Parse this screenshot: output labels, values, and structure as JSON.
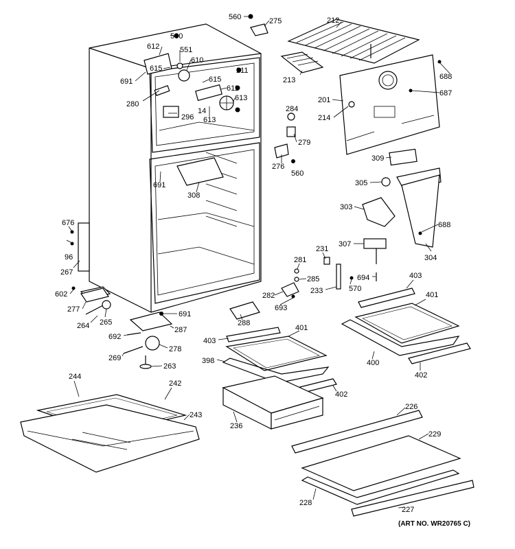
{
  "callouts": [
    {
      "id": "c560a",
      "text": "560"
    },
    {
      "id": "c275",
      "text": "275"
    },
    {
      "id": "c212",
      "text": "212"
    },
    {
      "id": "c500",
      "text": "500"
    },
    {
      "id": "c612",
      "text": "612"
    },
    {
      "id": "c551",
      "text": "551"
    },
    {
      "id": "c610",
      "text": "610"
    },
    {
      "id": "c615a",
      "text": "615"
    },
    {
      "id": "c615b",
      "text": "615"
    },
    {
      "id": "c211",
      "text": "211"
    },
    {
      "id": "c611",
      "text": "611"
    },
    {
      "id": "c613a",
      "text": "613"
    },
    {
      "id": "c613b",
      "text": "613"
    },
    {
      "id": "c691a",
      "text": "691"
    },
    {
      "id": "c280",
      "text": "280"
    },
    {
      "id": "c14",
      "text": "14"
    },
    {
      "id": "c296",
      "text": "296"
    },
    {
      "id": "c213",
      "text": "213"
    },
    {
      "id": "c688a",
      "text": "688"
    },
    {
      "id": "c687",
      "text": "687"
    },
    {
      "id": "c201",
      "text": "201"
    },
    {
      "id": "c284",
      "text": "284"
    },
    {
      "id": "c214",
      "text": "214"
    },
    {
      "id": "c279",
      "text": "279"
    },
    {
      "id": "c276",
      "text": "276"
    },
    {
      "id": "c560b",
      "text": "560"
    },
    {
      "id": "c309",
      "text": "309"
    },
    {
      "id": "c691b",
      "text": "691"
    },
    {
      "id": "c308",
      "text": "308"
    },
    {
      "id": "c305",
      "text": "305"
    },
    {
      "id": "c303",
      "text": "303"
    },
    {
      "id": "c688b",
      "text": "688"
    },
    {
      "id": "c676",
      "text": "676"
    },
    {
      "id": "c96",
      "text": "96"
    },
    {
      "id": "c307",
      "text": "307"
    },
    {
      "id": "c304",
      "text": "304"
    },
    {
      "id": "c267",
      "text": "267"
    },
    {
      "id": "c231",
      "text": "231"
    },
    {
      "id": "c281",
      "text": "281"
    },
    {
      "id": "c285",
      "text": "285"
    },
    {
      "id": "c694",
      "text": "694"
    },
    {
      "id": "c403a",
      "text": "403"
    },
    {
      "id": "c602",
      "text": "602"
    },
    {
      "id": "c282",
      "text": "282"
    },
    {
      "id": "c233",
      "text": "233"
    },
    {
      "id": "c570",
      "text": "570"
    },
    {
      "id": "c401a",
      "text": "401"
    },
    {
      "id": "c277",
      "text": "277"
    },
    {
      "id": "c693",
      "text": "693"
    },
    {
      "id": "c691c",
      "text": "691"
    },
    {
      "id": "c264",
      "text": "264"
    },
    {
      "id": "c265",
      "text": "265"
    },
    {
      "id": "c288",
      "text": "288"
    },
    {
      "id": "c287",
      "text": "287"
    },
    {
      "id": "c692",
      "text": "692"
    },
    {
      "id": "c278",
      "text": "278"
    },
    {
      "id": "c403b",
      "text": "403"
    },
    {
      "id": "c401b",
      "text": "401"
    },
    {
      "id": "c269",
      "text": "269"
    },
    {
      "id": "c400",
      "text": "400"
    },
    {
      "id": "c263",
      "text": "263"
    },
    {
      "id": "c402a",
      "text": "402"
    },
    {
      "id": "c398",
      "text": "398"
    },
    {
      "id": "c244",
      "text": "244"
    },
    {
      "id": "c242",
      "text": "242"
    },
    {
      "id": "c402b",
      "text": "402"
    },
    {
      "id": "c243",
      "text": "243"
    },
    {
      "id": "c236",
      "text": "236"
    },
    {
      "id": "c226",
      "text": "226"
    },
    {
      "id": "c229",
      "text": "229"
    },
    {
      "id": "c228",
      "text": "228"
    },
    {
      "id": "c227",
      "text": "227"
    }
  ],
  "art_number": "(ART NO. WR20765 C)"
}
